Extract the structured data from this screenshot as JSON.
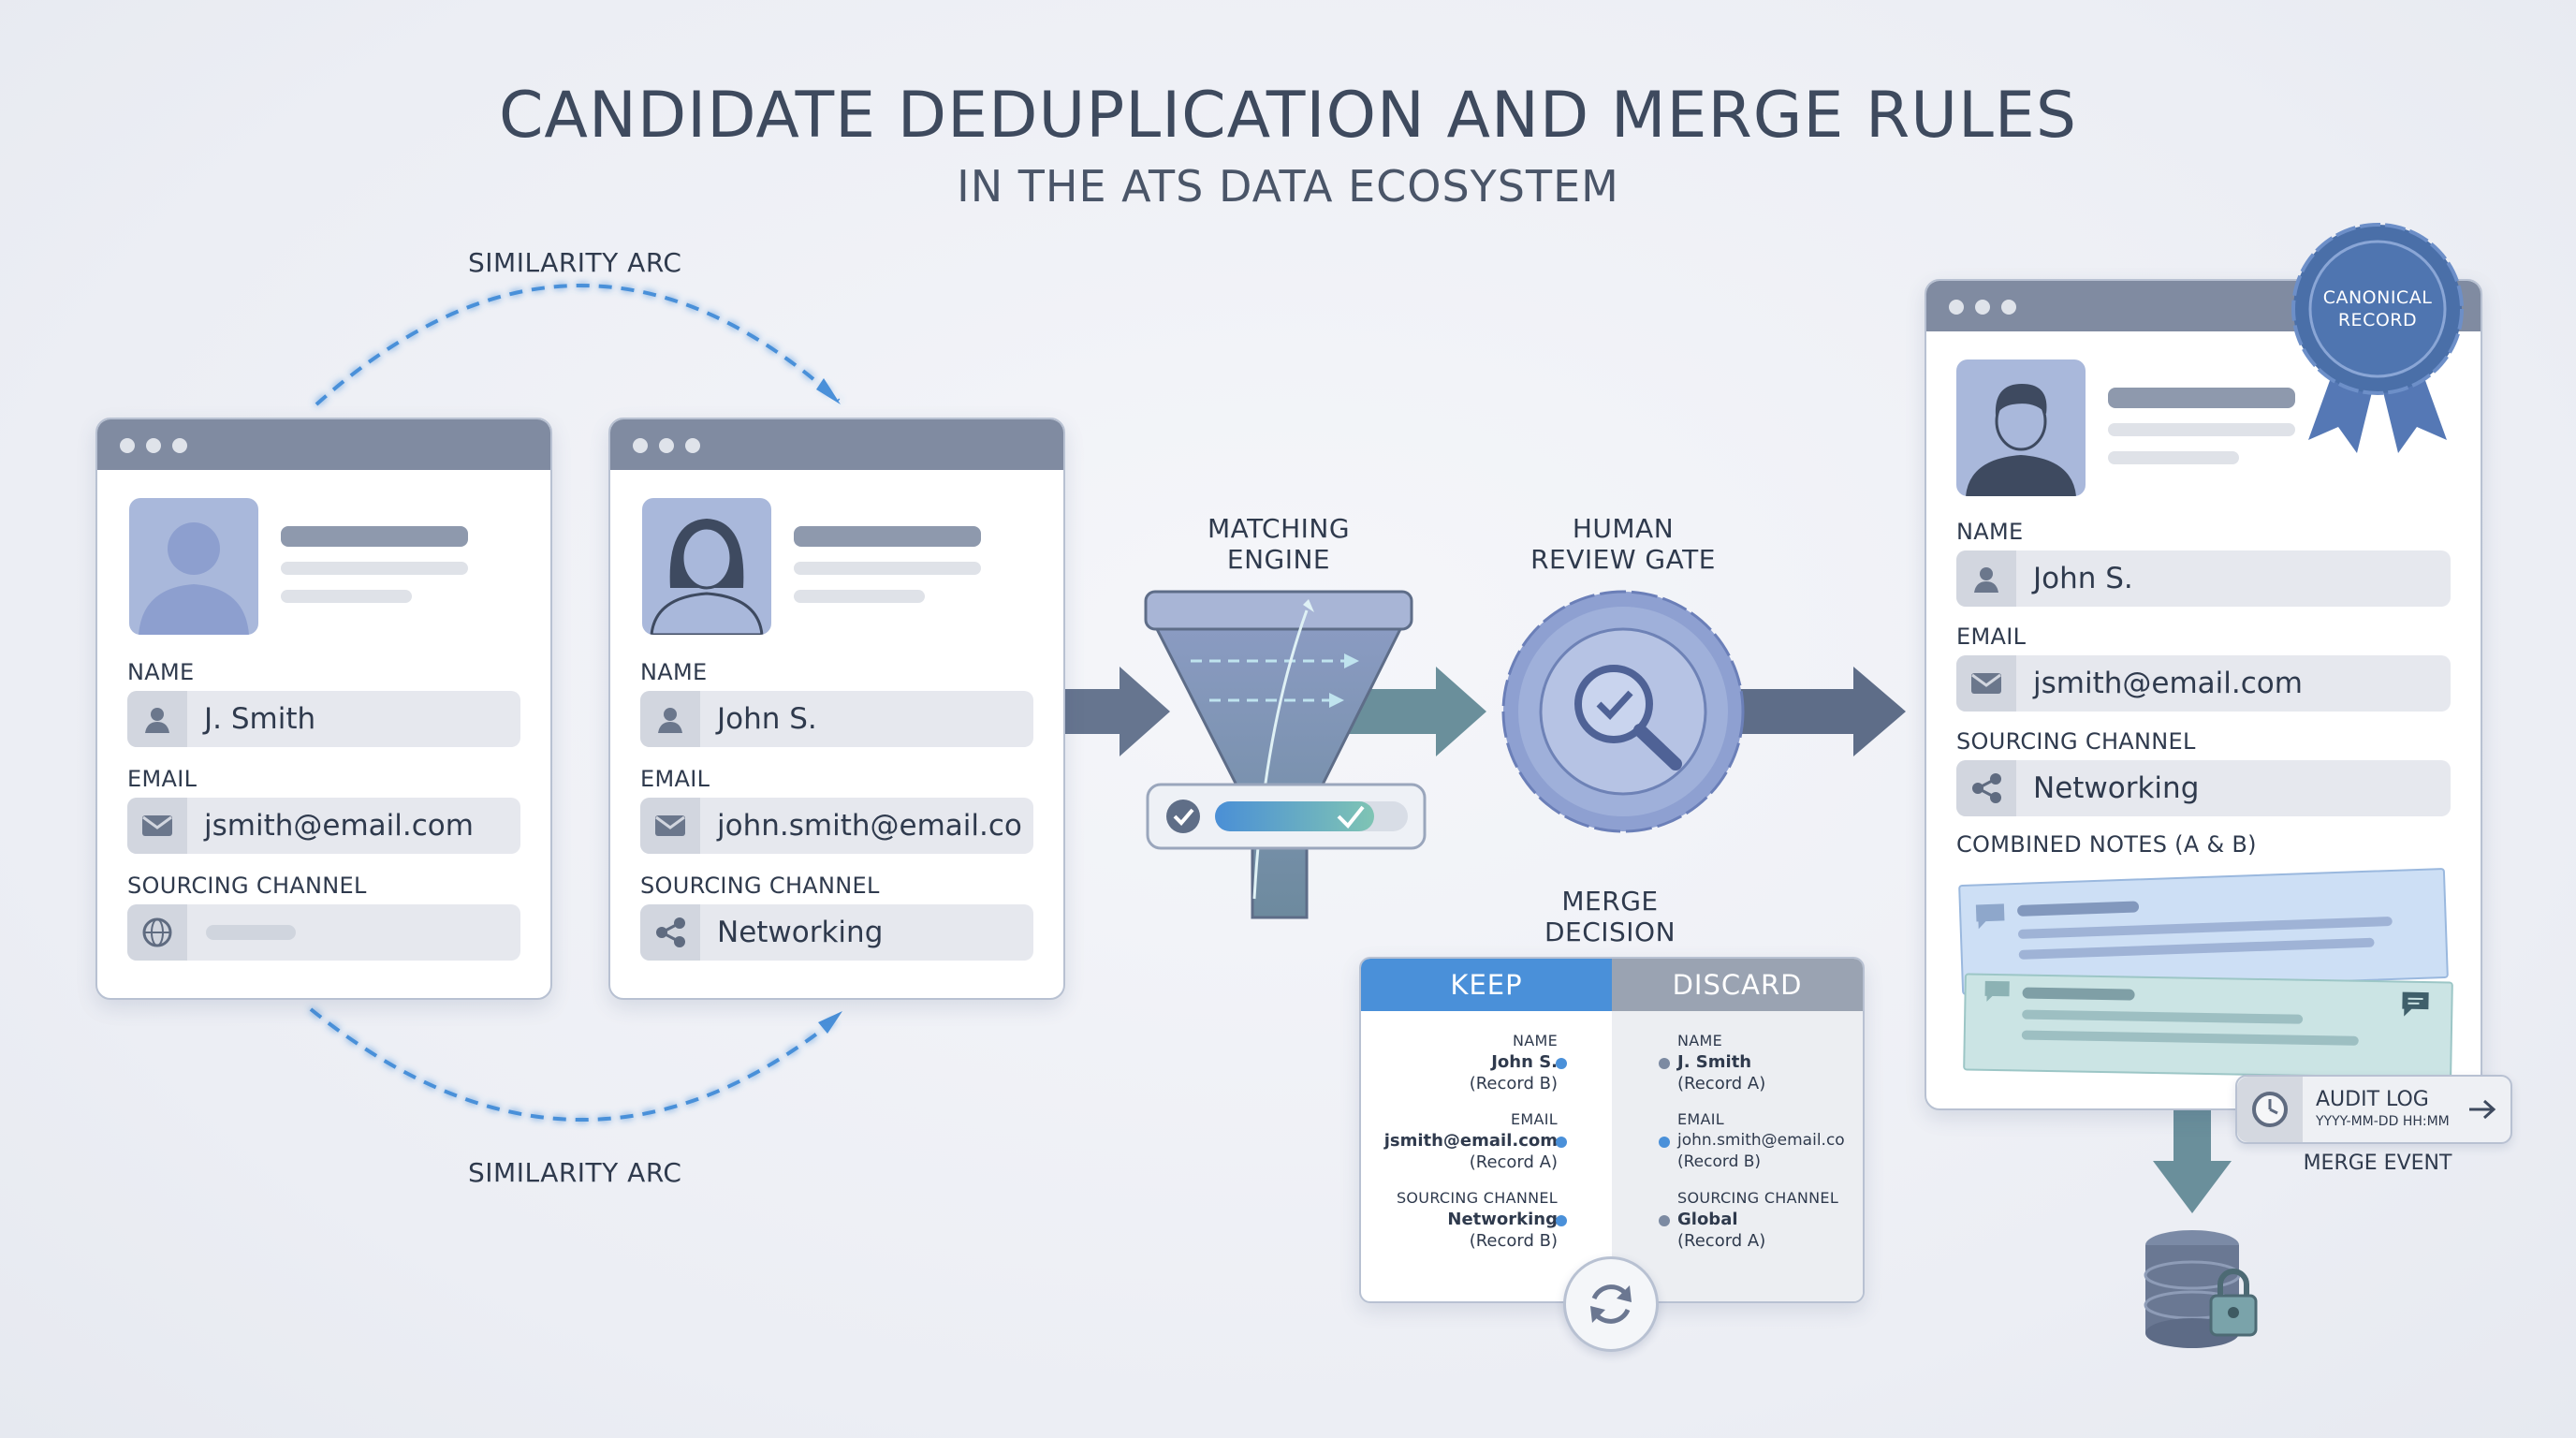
{
  "header": {
    "title": "CANDIDATE DEDUPLICATION AND MERGE RULES",
    "subtitle": "IN THE ATS DATA ECOSYSTEM"
  },
  "similarity_arc_top": "SIMILARITY ARC",
  "similarity_arc_bottom": "SIMILARITY ARC",
  "record_a": {
    "name_label": "NAME",
    "name_value": "J. Smith",
    "email_label": "EMAIL",
    "email_value": "jsmith@email.com",
    "channel_label": "SOURCING CHANNEL"
  },
  "record_b": {
    "name_label": "NAME",
    "name_value": "John S.",
    "email_label": "EMAIL",
    "email_value": "john.smith@email.co",
    "channel_label": "SOURCING CHANNEL",
    "channel_value": "Networking"
  },
  "matching_engine": {
    "line1": "MATCHING",
    "line2": "ENGINE"
  },
  "review_gate": {
    "line1": "HUMAN",
    "line2": "REVIEW GATE"
  },
  "merge_decision": {
    "title_line1": "MERGE",
    "title_line2": "DECISION",
    "keep_label": "KEEP",
    "discard_label": "DISCARD",
    "keep": [
      {
        "field": "NAME",
        "value": "John S.",
        "source": "(Record B)"
      },
      {
        "field": "EMAIL",
        "value": "jsmith@email.com",
        "source": "(Record A)"
      },
      {
        "field": "SOURCING CHANNEL",
        "value": "Networking",
        "source": "(Record B)"
      }
    ],
    "discard": [
      {
        "field": "NAME",
        "value": "J. Smith",
        "source": "(Record A)"
      },
      {
        "field": "EMAIL",
        "value": "john.smith@email.co",
        "source": "(Record B)"
      },
      {
        "field": "SOURCING CHANNEL",
        "value": "Global",
        "source": "(Record A)"
      }
    ]
  },
  "canonical": {
    "badge_line1": "CANONICAL",
    "badge_line2": "RECORD",
    "name_label": "NAME",
    "name_value": "John S.",
    "email_label": "EMAIL",
    "email_value": "jsmith@email.com",
    "channel_label": "SOURCING CHANNEL",
    "channel_value": "Networking",
    "notes_label": "COMBINED NOTES (A & B)"
  },
  "audit": {
    "label": "AUDIT LOG",
    "timestamp": "YYYY-MM-DD HH:MM",
    "caption": "MERGE EVENT"
  },
  "colors": {
    "accent_blue": "#4a90d9",
    "slate": "#5f6e87",
    "teal": "#6b9ca6",
    "badge": "#4a6fa8"
  }
}
